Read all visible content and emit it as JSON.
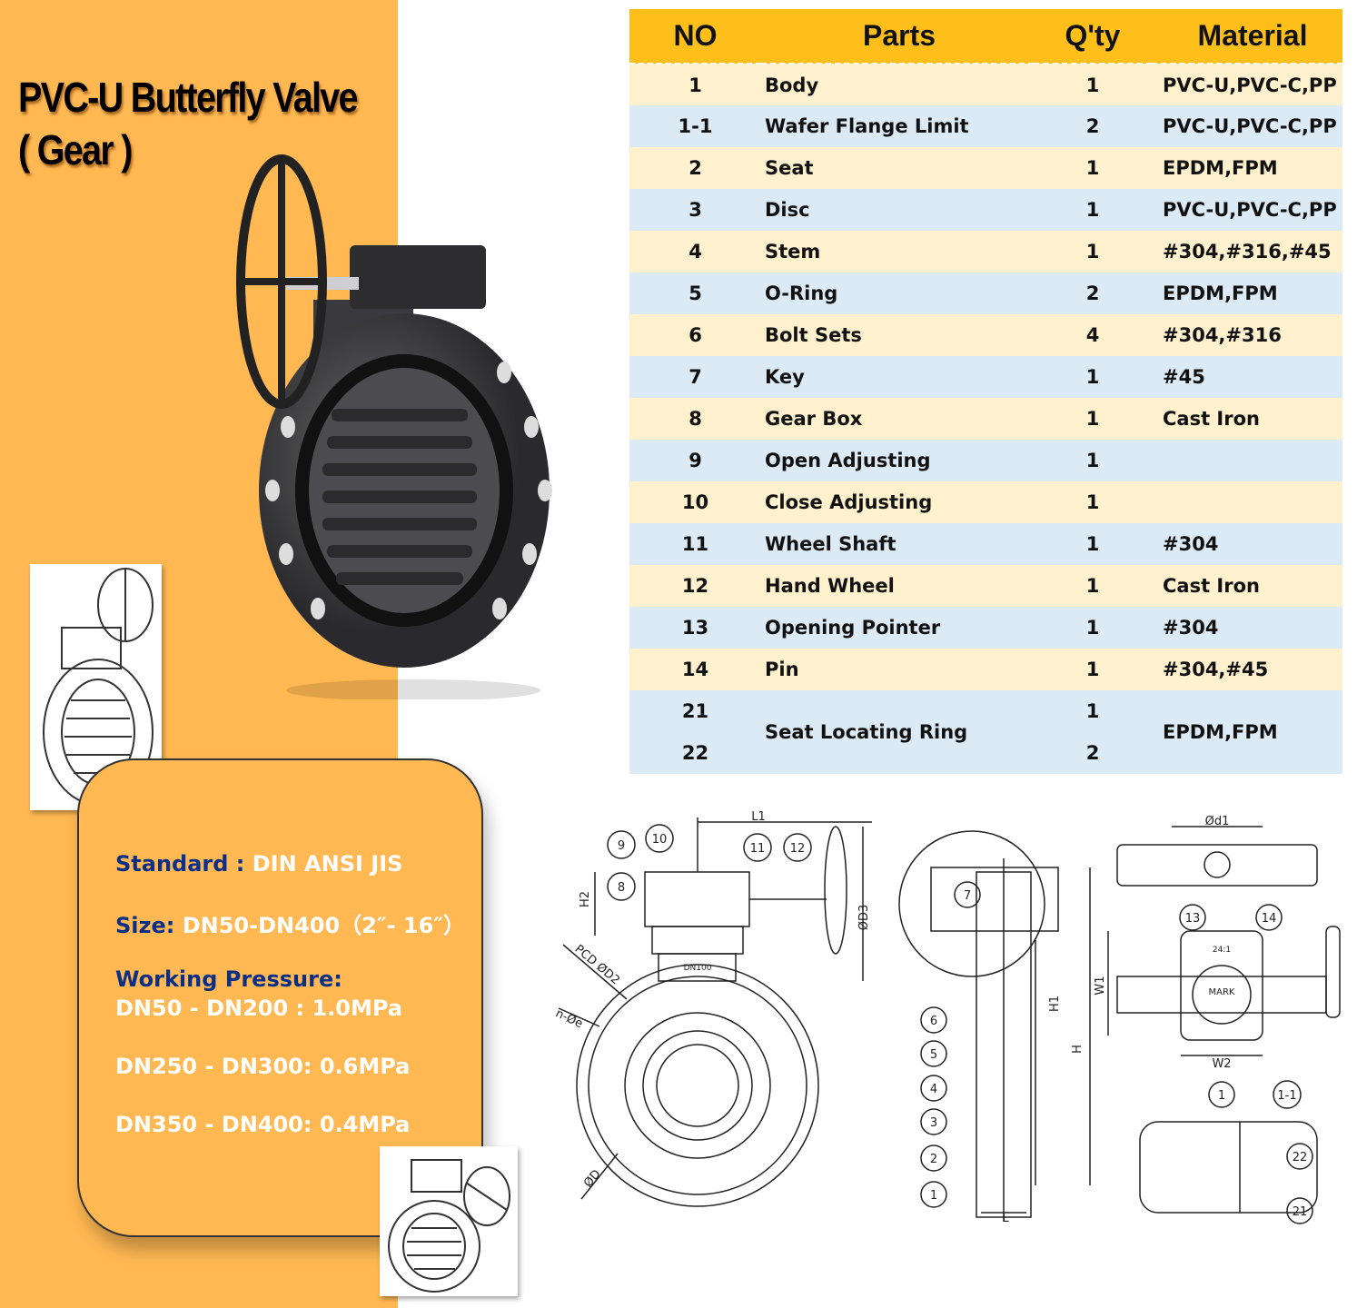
{
  "title": {
    "line1": "PVC-U Butterfly Valve",
    "line2": "( Gear )"
  },
  "specs": {
    "standard_label": "Standard : ",
    "standard_value": "DIN ANSI JIS",
    "size_label": "Size: ",
    "size_value": "DN50-DN400（2″- 16″）",
    "pressure_label": "Working Pressure:",
    "pressure_1": "DN50 - DN200 : 1.0MPa",
    "pressure_2": "DN250 - DN300: 0.6MPa",
    "pressure_3": "DN350 - DN400: 0.4MPa"
  },
  "table": {
    "headers": [
      "NO",
      "Parts",
      "Q'ty",
      "Material"
    ],
    "rows": [
      {
        "no": "1",
        "part": "Body",
        "qty": "1",
        "material": "PVC-U,PVC-C,PP"
      },
      {
        "no": "1-1",
        "part": "Wafer Flange Limit",
        "qty": "2",
        "material": "PVC-U,PVC-C,PP"
      },
      {
        "no": "2",
        "part": "Seat",
        "qty": "1",
        "material": "EPDM,FPM"
      },
      {
        "no": "3",
        "part": "Disc",
        "qty": "1",
        "material": "PVC-U,PVC-C,PP"
      },
      {
        "no": "4",
        "part": "Stem",
        "qty": "1",
        "material": "#304,#316,#45"
      },
      {
        "no": "5",
        "part": "O-Ring",
        "qty": "2",
        "material": "EPDM,FPM"
      },
      {
        "no": "6",
        "part": "Bolt Sets",
        "qty": "4",
        "material": "#304,#316"
      },
      {
        "no": "7",
        "part": "Key",
        "qty": "1",
        "material": "#45"
      },
      {
        "no": "8",
        "part": "Gear Box",
        "qty": "1",
        "material": "Cast Iron"
      },
      {
        "no": "9",
        "part": "Open Adjusting",
        "qty": "1",
        "material": ""
      },
      {
        "no": "10",
        "part": "Close Adjusting",
        "qty": "1",
        "material": ""
      },
      {
        "no": "11",
        "part": "Wheel Shaft",
        "qty": "1",
        "material": "#304"
      },
      {
        "no": "12",
        "part": "Hand Wheel",
        "qty": "1",
        "material": "Cast Iron"
      },
      {
        "no": "13",
        "part": "Opening Pointer",
        "qty": "1",
        "material": "#304"
      },
      {
        "no": "14",
        "part": "Pin",
        "qty": "1",
        "material": "#304,#45"
      }
    ],
    "merged_row": {
      "no_a": "21",
      "no_b": "22",
      "part": "Seat Locating Ring",
      "qty_a": "1",
      "qty_b": "2",
      "material": "EPDM,FPM"
    }
  },
  "drawings": {
    "front": {
      "callouts": [
        "9",
        "10",
        "11",
        "12",
        "8"
      ],
      "dims": [
        "L1",
        "H2",
        "ØD3",
        "PCD ØD2",
        "n-Øe",
        "ØD"
      ],
      "marking": "DN100"
    },
    "side": {
      "callouts": [
        "7",
        "6",
        "5",
        "4",
        "3",
        "2",
        "1"
      ],
      "dims": [
        "H1",
        "H",
        "L"
      ]
    },
    "top": {
      "dims": [
        "Ød1",
        "W1",
        "W2"
      ],
      "callouts": [
        "13",
        "14"
      ],
      "ratio": "24:1",
      "mark": "MARK"
    },
    "section": {
      "callouts": [
        "1",
        "1-1",
        "22",
        "21"
      ]
    }
  },
  "colors": {
    "panel": "#FFB852",
    "header": "#FFBF1B",
    "row_odd": "#FFF1CE",
    "row_even": "#DCEAF6",
    "spec_key": "#0B2F86"
  }
}
